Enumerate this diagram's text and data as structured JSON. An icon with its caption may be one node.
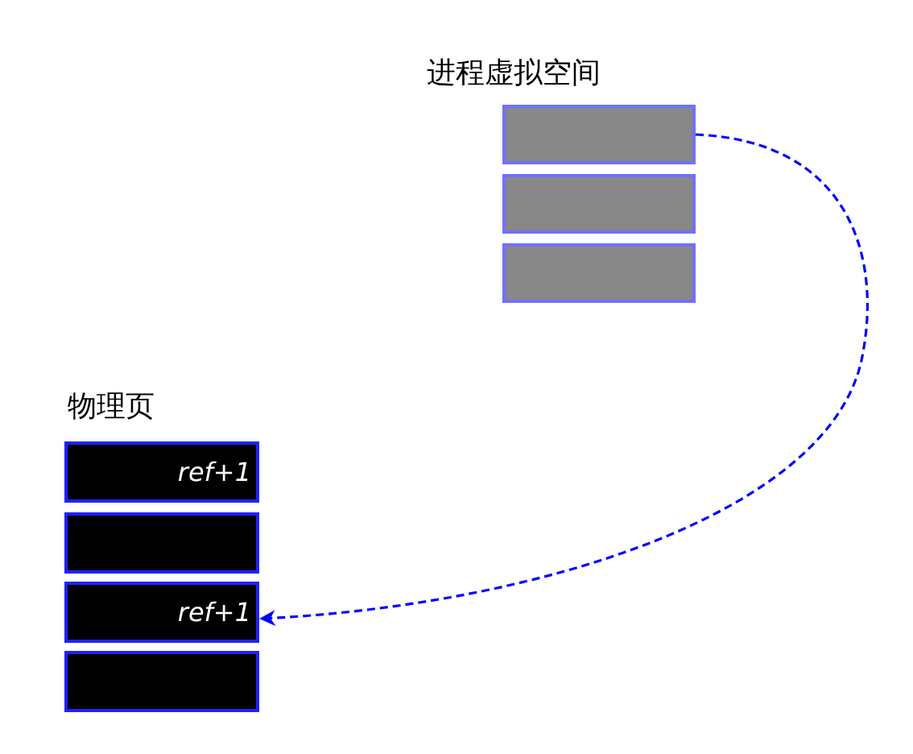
{
  "diagram": {
    "nodes": [
      {
        "text": [],
        "shape": "box"
      },
      {
        "text": [],
        "shape": "box"
      },
      {
        "text": [],
        "shape": "box"
      },
      {
        "text": [
          "ref+1"
        ]
      },
      {
        "text": [],
        "shape": "box"
      },
      {
        "text": [
          "ref+1"
        ]
      },
      {
        "text": [],
        "shape": "box"
      }
    ],
    "edges": [
      {
        "from": 0,
        "to": 5,
        "arrow": "to",
        "style": "dashed",
        "color": "#0000ff"
      }
    ],
    "labels": [
      "进程虚拟空间",
      "物理页"
    ]
  }
}
